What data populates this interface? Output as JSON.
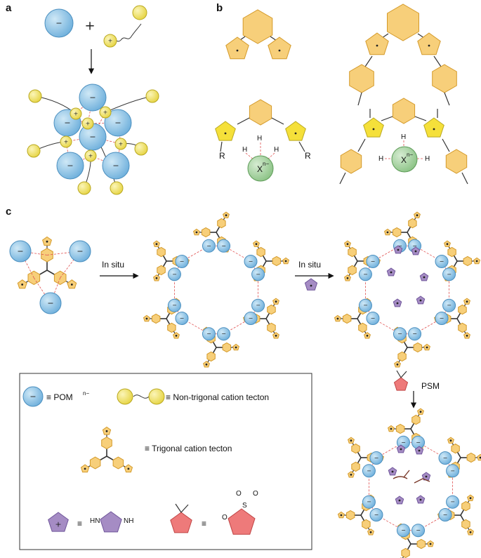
{
  "panels": {
    "a": "a",
    "b": "b",
    "c": "c"
  },
  "labels": {
    "in_situ_1": "In situ",
    "in_situ_2": "In situ",
    "psm": "PSM",
    "r_left": "R",
    "r_right": "R",
    "h": "H",
    "x_anion": "X",
    "x_charge": "n−"
  },
  "legend": {
    "pom": "≡ POM",
    "pom_sup": "n−",
    "non_trigonal": "≡ Non-trigonal cation tecton",
    "trigonal": "≡  Trigonal cation tecton",
    "imid_eq": "≡",
    "sultone_eq": "≡",
    "hn": "HN",
    "nh": "NH",
    "o1": "O",
    "o2": "O",
    "s": "S",
    "o3": "O"
  },
  "symbols": {
    "minus": "−",
    "plus": "+"
  },
  "colors": {
    "pom": "#8ec5e6",
    "pom_stroke": "#4b8fbf",
    "cation": "#f3e66a",
    "tecton": "#f7cf7a",
    "tecton_stroke": "#d49a2a",
    "imidazolium": "#a58cc4",
    "sultone": "#ee7a7a",
    "anion": "#a8d5a2",
    "hbond": "#e05050"
  },
  "icons": [
    "arrow-down-icon",
    "arrow-right-icon",
    "plus-icon",
    "minus-icon"
  ]
}
